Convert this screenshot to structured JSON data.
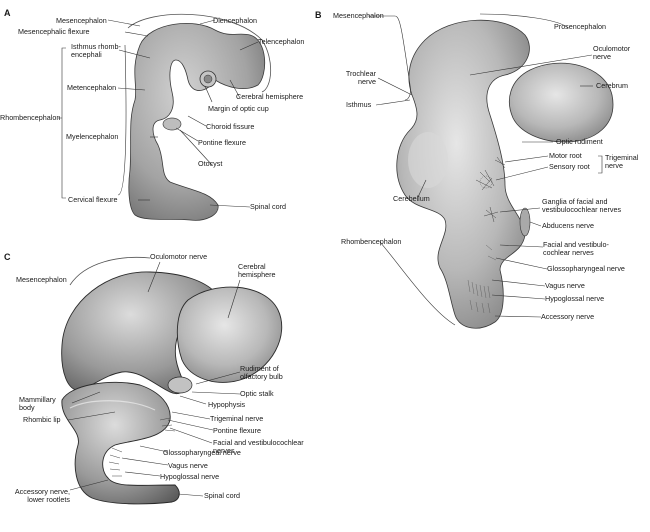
{
  "panels": {
    "a": {
      "letter": "A",
      "labels": {
        "mesencephalon": "Mesencephalon",
        "diencephalon": "Diencephalon",
        "mesencephalic_flexure": "Mesencephalic flexure",
        "isthmus": "Isthmus rhomb-\nencephali",
        "telencephalon": "Telencephalon",
        "metencephalon": "Metencephalon",
        "rhombencephalon": "Rhombencephalon",
        "cerebral_hemisphere": "Cerebral hemisphere",
        "margin_optic_cup": "Margin of optic cup",
        "choroid_fissure": "Choroid fissure",
        "pontine_flexure": "Pontine flexure",
        "myelencephalon": "Myelencephalon",
        "otocyst": "Otocyst",
        "cervical_flexure": "Cervical flexure",
        "spinal_cord": "Spinal cord"
      }
    },
    "b": {
      "letter": "B",
      "labels": {
        "mesencephalon": "Mesencephalon",
        "prosencephalon": "Prosencephalon",
        "oculomotor": "Oculomotor\nnerve",
        "trochlear": "Trochlear\nnerve",
        "cerebrum": "Cerebrum",
        "isthmus": "Isthmus",
        "optic_rudiment": "Optic rudiment",
        "motor_root": "Motor root",
        "sensory_root": "Sensory root",
        "trigeminal": "Trigeminal\nnerve",
        "cerebellum": "Cerebellum",
        "ganglia": "Ganglia of facial and\nvestibulocochlear nerves",
        "abducens": "Abducens nerve",
        "rhombencephalon": "Rhombencephalon",
        "facial_vestibulo": "Facial and vestibulo-\ncochlear nerves",
        "glossopharyngeal": "Glossopharyngeal nerve",
        "vagus": "Vagus nerve",
        "hypoglossal": "Hypoglossal nerve",
        "accessory": "Accessory nerve"
      }
    },
    "c": {
      "letter": "C",
      "labels": {
        "oculomotor": "Oculomotor nerve",
        "mesencephalon": "Mesencephalon",
        "cerebral_hemisphere": "Cerebral\nhemisphere",
        "rudiment_olfactory": "Rudiment of\nolfactory bulb",
        "optic_stalk": "Optic stalk",
        "mammillary": "Mammillary\nbody",
        "hypophysis": "Hypophysis",
        "rhombic_lip": "Rhombic lip",
        "trigeminal": "Trigeminal nerve",
        "pontine_flexure": "Pontine flexure",
        "facial_vestibulo": "Facial and vestibulocochlear\nnerves",
        "glossopharyngeal": "Glossopharyngeal nerve",
        "vagus": "Vagus nerve",
        "hypoglossal": "Hypoglossal nerve",
        "accessory": "Accessory nerve,\nlower rootlets",
        "spinal_cord": "Spinal cord"
      }
    }
  }
}
